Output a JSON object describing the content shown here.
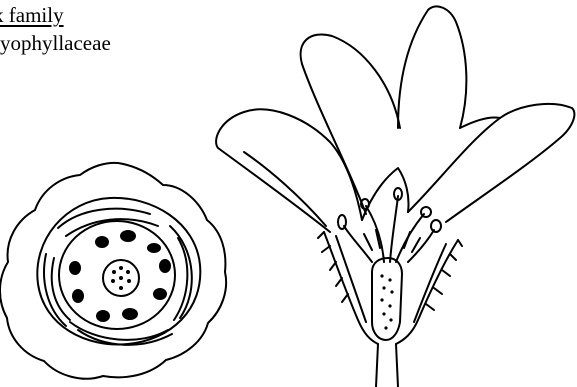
{
  "caption": {
    "common_name": "k family",
    "scientific_name": "ryophyllaceae"
  },
  "figures": [
    {
      "name": "floral-diagram",
      "depicts": "cross-section of flower"
    },
    {
      "name": "flower-longitudinal-section",
      "depicts": "longitudinal section of flower"
    }
  ],
  "colors": {
    "ink": "#000000",
    "paper": "#ffffff"
  }
}
